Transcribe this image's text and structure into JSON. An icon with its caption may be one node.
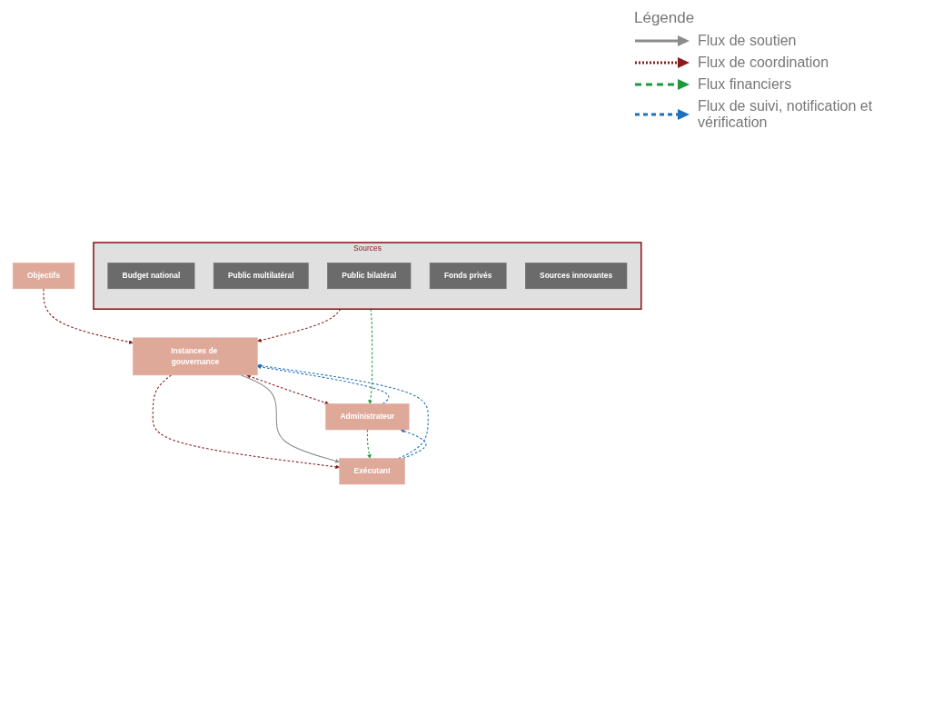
{
  "diagram": {
    "nodes": [
      {
        "text": [
          "Objectifs"
        ]
      },
      {
        "text": [
          "Instances de gouvernance"
        ]
      },
      {
        "text": [
          "Administrateur"
        ]
      },
      {
        "text": [
          "Sources"
        ]
      },
      {
        "text": [
          "Budget national"
        ],
        "in": 3
      },
      {
        "text": [
          "Public multilatéral"
        ],
        "in": 3
      },
      {
        "text": [
          "Public bilatéral"
        ],
        "in": 3
      },
      {
        "text": [
          "Fonds privés"
        ],
        "in": 3
      },
      {
        "text": [
          "Sources innovantes"
        ],
        "in": 3
      },
      {
        "text": [
          "Exécutant"
        ]
      }
    ],
    "edges": [
      {
        "from": 0,
        "to": 1,
        "arrow": "to",
        "style": "dashed",
        "color": "#8b1a1a"
      },
      {
        "from": 1,
        "to": 2,
        "arrow": "both",
        "style": "dashed",
        "color": "#8b1a1a"
      },
      {
        "from": 2,
        "to": 1,
        "arrow": "to",
        "style": "dashed",
        "color": "#1f6fbf"
      },
      {
        "from": 3,
        "to": 1,
        "arrow": "to",
        "style": "dashed",
        "color": "#8b1a1a"
      },
      {
        "from": 3,
        "to": 2,
        "arrow": "to",
        "style": "dashed",
        "color": "#1a9a3c"
      },
      {
        "from": 1,
        "to": 9,
        "arrow": "to",
        "style": "dashed",
        "color": "#8b1a1a"
      },
      {
        "from": 9,
        "to": 1,
        "arrow": "to",
        "style": "dashed",
        "color": "#1f6fbf"
      },
      {
        "from": 1,
        "to": 9,
        "arrow": "to",
        "color": "#8c8c8c"
      },
      {
        "from": 9,
        "to": 2,
        "arrow": "to",
        "style": "dashed",
        "color": "#1f6fbf"
      },
      {
        "from": 2,
        "to": 9,
        "arrow": "to",
        "style": "dashed",
        "color": "#1a9a3c"
      }
    ],
    "labels": [
      "Légende"
    ],
    "legend": [
      {
        "text": "Flux de soutien"
      },
      {
        "text": "Flux de coordination"
      },
      {
        "text": "Flux financiers"
      },
      {
        "text": "Flux de suivi, notification et vérification"
      }
    ]
  }
}
